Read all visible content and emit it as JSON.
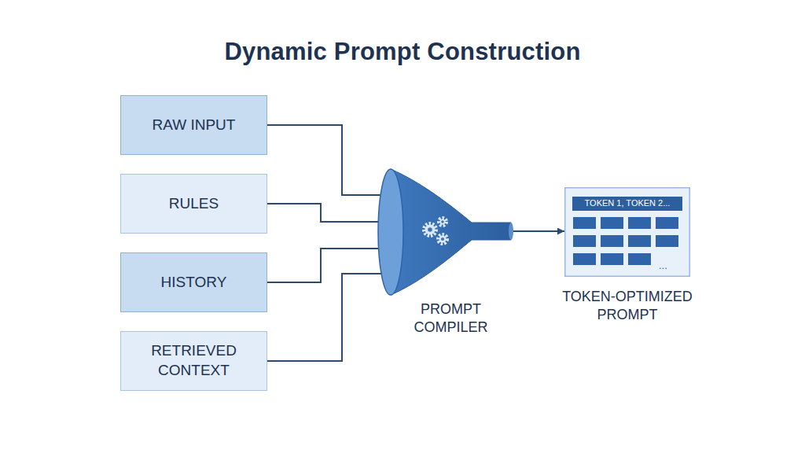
{
  "diagram": {
    "title": "Dynamic Prompt Construction",
    "nodes": [
      {
        "text": [
          "RAW INPUT"
        ]
      },
      {
        "text": [
          "RULES"
        ]
      },
      {
        "text": [
          "HISTORY"
        ]
      },
      {
        "text": [
          "RETRIEVED CONTEXT"
        ]
      },
      {
        "text": [
          "PROMPT COMPILER"
        ]
      },
      {
        "text": [
          "TOKEN 1, TOKEN 2...",
          "...",
          "TOKEN-OPTIMIZED PROMPT"
        ]
      }
    ],
    "edges": [
      {
        "from": 0,
        "to": 4,
        "arrow": "to"
      },
      {
        "from": 1,
        "to": 4,
        "arrow": "to"
      },
      {
        "from": 2,
        "to": 4,
        "arrow": "to"
      },
      {
        "from": 3,
        "to": 4,
        "arrow": "to"
      },
      {
        "from": 4,
        "to": 5,
        "arrow": "to"
      }
    ]
  }
}
